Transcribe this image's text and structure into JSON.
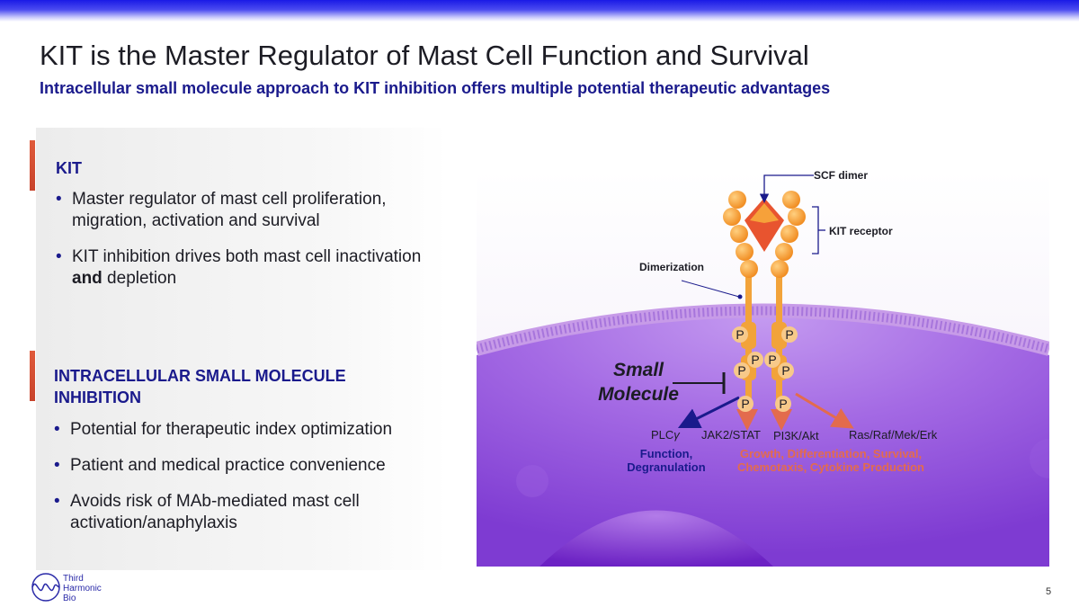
{
  "header": {
    "title": "KIT is the Master Regulator of Mast Cell Function and Survival",
    "subtitle": "Intracellular small molecule approach to KIT inhibition offers multiple potential therapeutic advantages"
  },
  "left_panel": {
    "kit_section": {
      "heading": "KIT",
      "bullets": [
        "Master regulator of mast cell proliferation, migration, activation and survival",
        {
          "pre": "KIT inhibition drives both mast cell inactivation ",
          "bold": "and",
          "post": " depletion"
        }
      ]
    },
    "inhibition_section": {
      "heading_line1": "INTRACELLULAR SMALL MOLECULE",
      "heading_line2": "INHIBITION",
      "bullets": [
        "Potential for therapeutic index optimization",
        "Patient and medical practice convenience",
        "Avoids risk of MAb-mediated mast cell activation/anaphylaxis"
      ]
    }
  },
  "diagram": {
    "scf_dimer_label": "SCF dimer",
    "kit_receptor_label": "KIT receptor",
    "dimerization_label": "Dimerization",
    "small_molecule_line1": "Small",
    "small_molecule_line2": "Molecule",
    "phospho_label": "P",
    "pathways": {
      "plcg_base": "PLC",
      "plcg_greek": "γ",
      "jak2": "JAK2/STAT",
      "pi3k": "PI3K/Akt",
      "ras": "Ras/Raf/Mek/Erk"
    },
    "outcome_blue_line1": "Function,",
    "outcome_blue_line2": "Degranulation",
    "outcome_red_line1": "Growth, Differentiation, Survival,",
    "outcome_red_line2": "Chemotaxis, Cytokine Production",
    "colors": {
      "blue": "#1a1a8c",
      "orange": "#e36b4d",
      "receptor": "#f2a33a",
      "cell": "#8a3fd6"
    }
  },
  "footer": {
    "logo_line1": "Third",
    "logo_line2": "Harmonic",
    "logo_line3": "Bio",
    "page_number": "5"
  }
}
